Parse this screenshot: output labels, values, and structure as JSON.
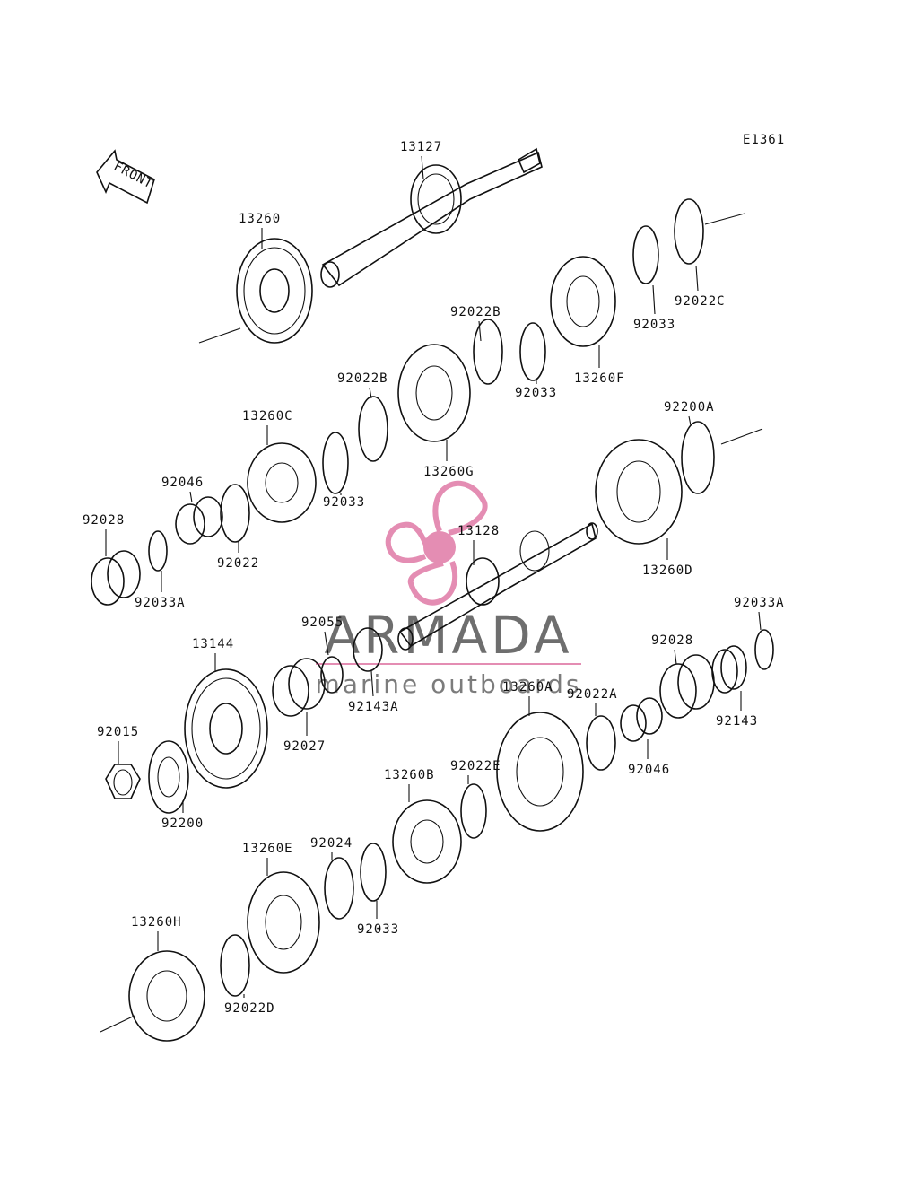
{
  "diagram_id": "E1361",
  "front_label": "FRONT",
  "watermark": {
    "brand": "ARMADA",
    "tagline": "marine outboards",
    "colors": {
      "pink": "#e07aa6",
      "text": "#666666"
    }
  },
  "parts": {
    "p13127": "13127",
    "p13260": "13260",
    "p13260F": "13260F",
    "p92033_top": "92033",
    "p92022C": "92022C",
    "p92022B_a": "92022B",
    "p92033_b": "92033",
    "p13260G": "13260G",
    "p92022B_b": "92022B",
    "p13260C": "13260C",
    "p92033_c": "92033",
    "p92200A": "92200A",
    "p92046_a": "92046",
    "p92028_a": "92028",
    "p92022_a": "92022",
    "p92033A_a": "92033A",
    "p13128": "13128",
    "p13260D": "13260D",
    "p92055": "92055",
    "p13144": "13144",
    "p92143A": "92143A",
    "p92033A_b": "92033A",
    "p92028_b": "92028",
    "p92022A": "92022A",
    "p13260A": "13260A",
    "p92143": "92143",
    "p92015": "92015",
    "p92027": "92027",
    "p92046_b": "92046",
    "p92022E": "92022E",
    "p13260B": "13260B",
    "p92200": "92200",
    "p13260E": "13260E",
    "p92024": "92024",
    "p92033_d": "92033",
    "p13260H": "13260H",
    "p92022D": "92022D"
  }
}
